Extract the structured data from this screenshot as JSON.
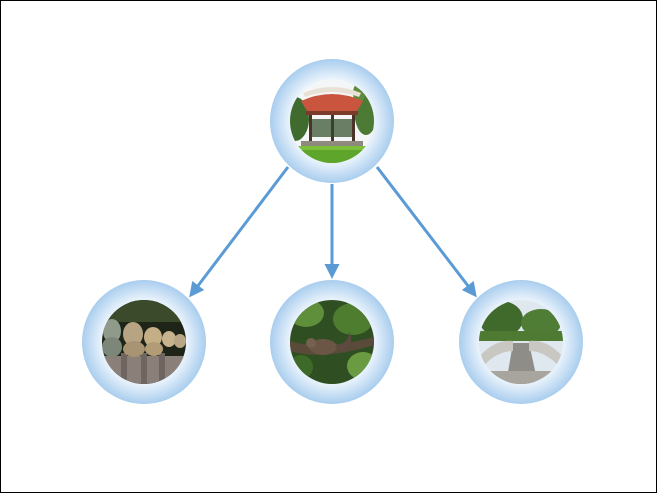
{
  "diagram": {
    "type": "hierarchy",
    "colors": {
      "ring_outer": "#a9cdee",
      "ring_inner": "#e6f1fb",
      "arrow": "#5b9bd5",
      "border": "#000000"
    },
    "nodes": [
      {
        "id": "root",
        "level": 0,
        "photo": "pavilion-photo"
      },
      {
        "id": "child-1",
        "level": 1,
        "photo": "stone-lion-statues-photo"
      },
      {
        "id": "child-2",
        "level": 1,
        "photo": "squirrel-in-tree-photo"
      },
      {
        "id": "child-3",
        "level": 1,
        "photo": "stone-bridge-photo"
      }
    ],
    "edges": [
      {
        "from": "root",
        "to": "child-1"
      },
      {
        "from": "root",
        "to": "child-2"
      },
      {
        "from": "root",
        "to": "child-3"
      }
    ]
  }
}
